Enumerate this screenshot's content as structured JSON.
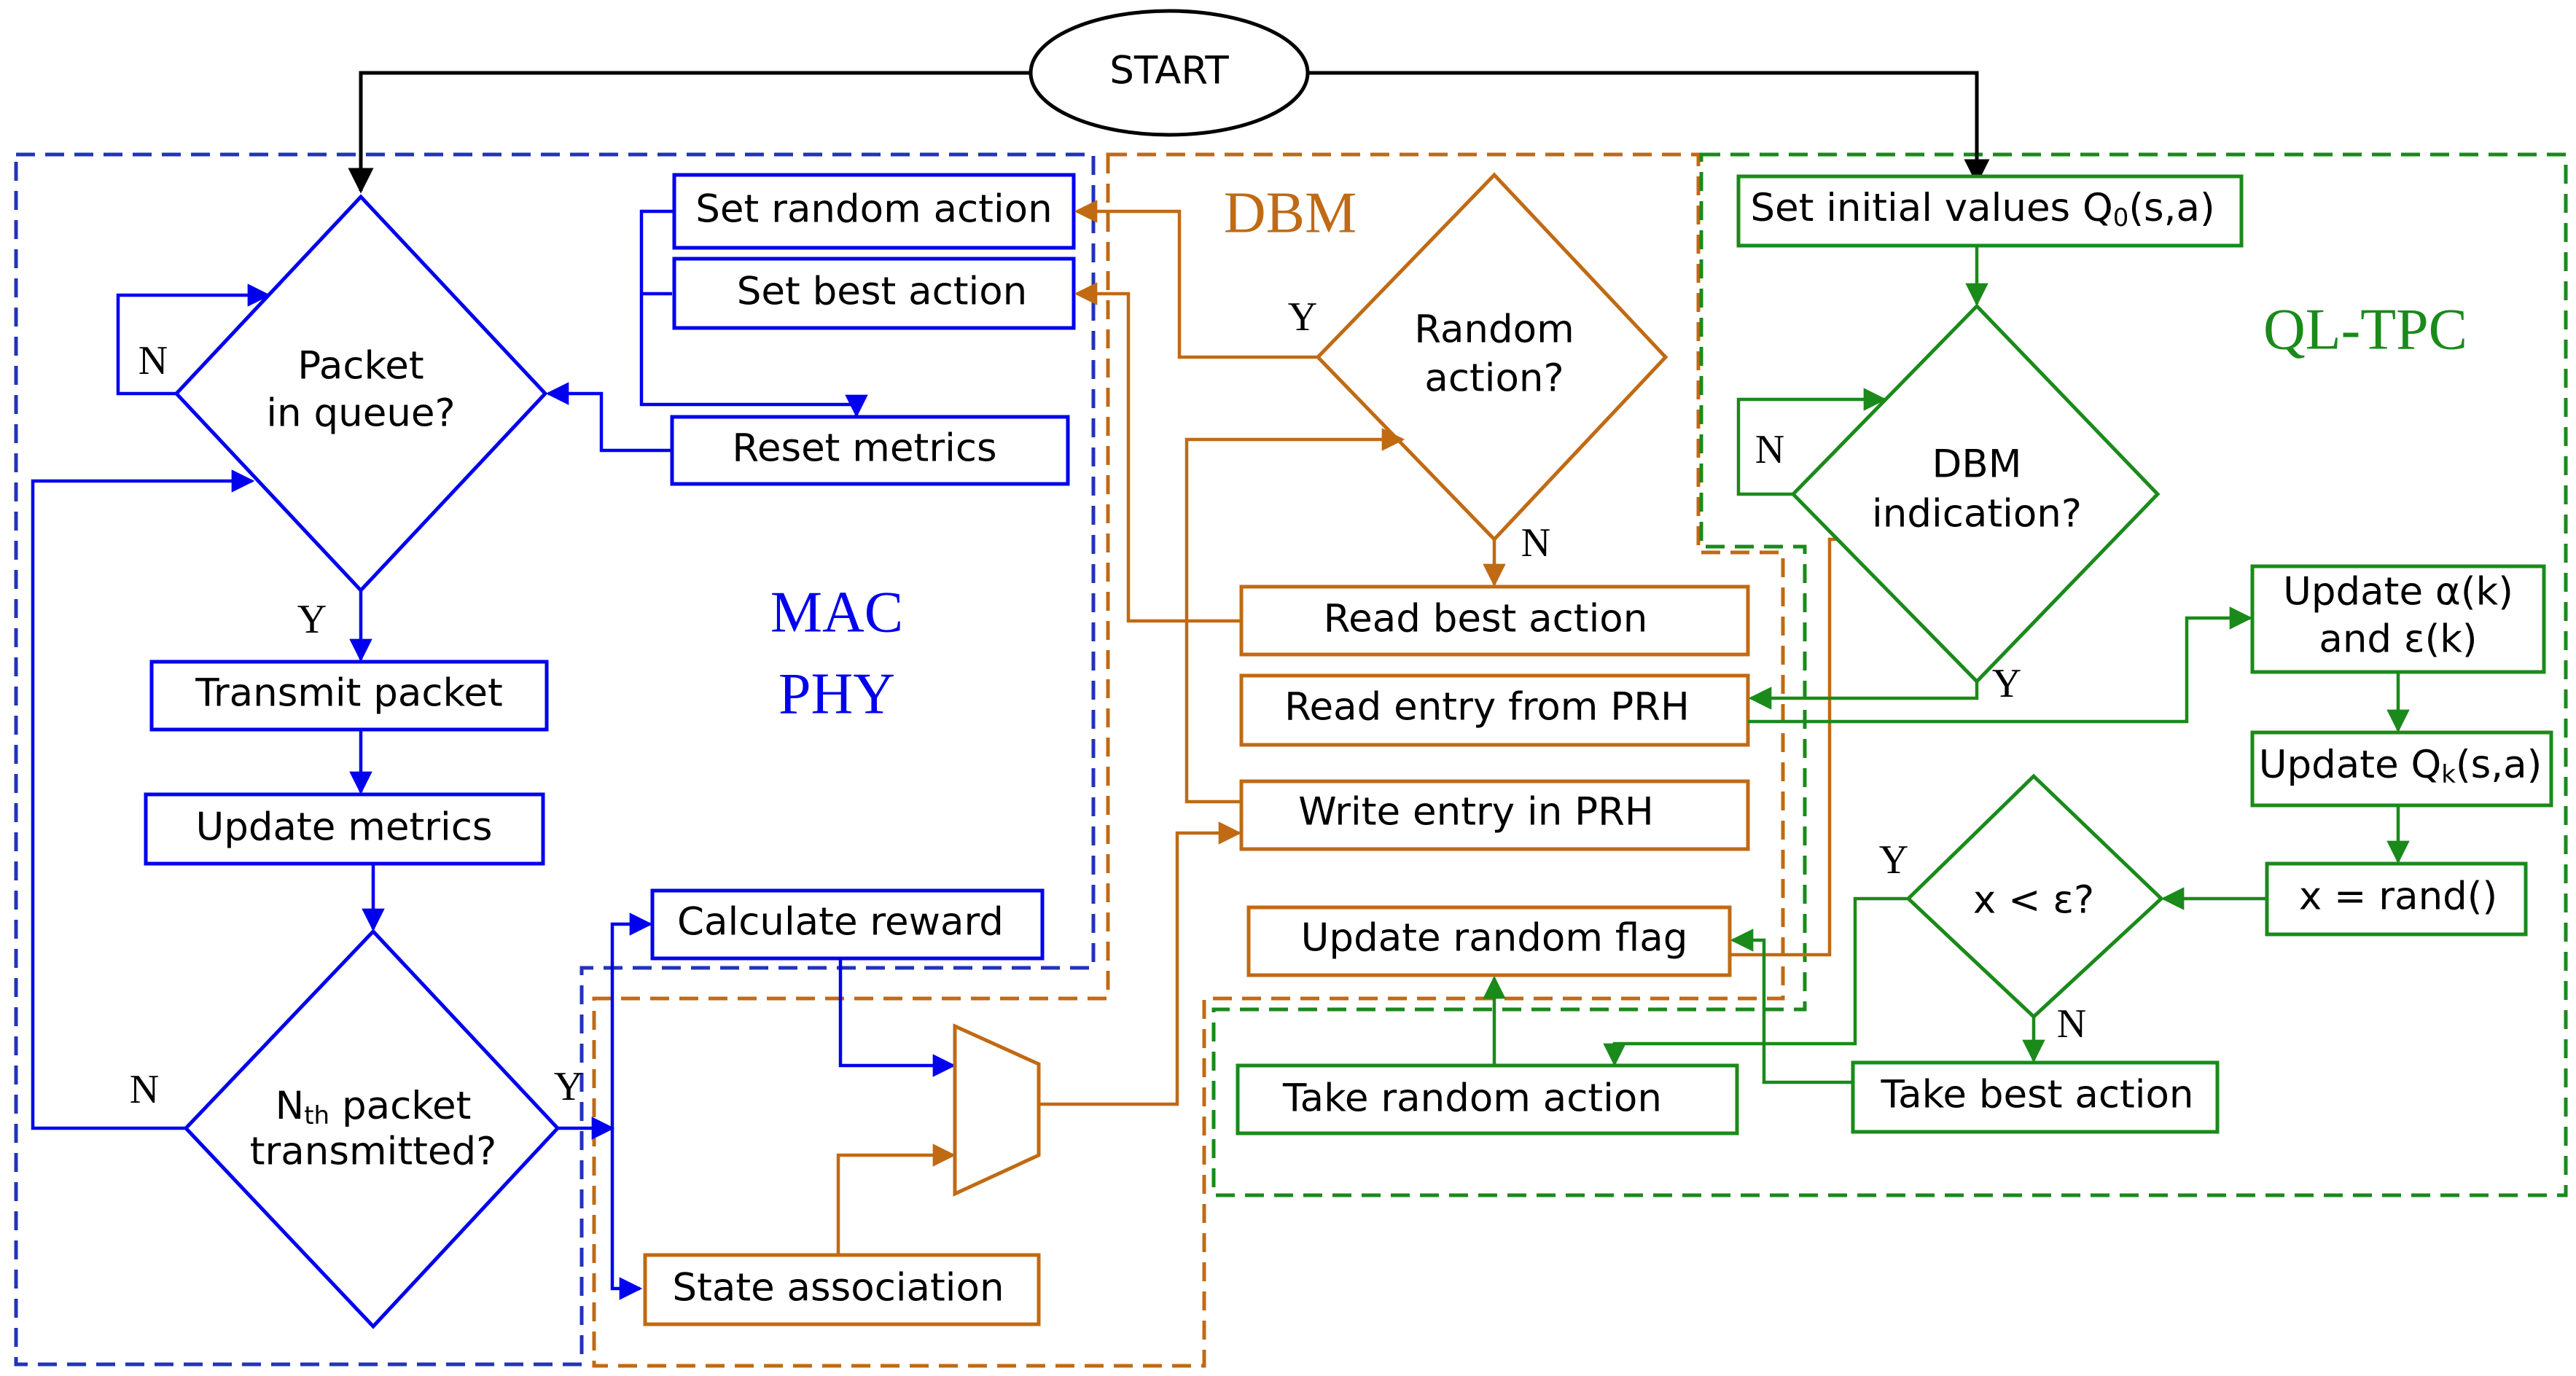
{
  "colors": {
    "mac": "#0000ee",
    "dbm": "#c06a14",
    "ql": "#1a8a1a",
    "start": "#000000"
  },
  "regions": {
    "mac_line1": "MAC",
    "mac_line2": "PHY",
    "dbm": "DBM",
    "ql": "QL-TPC"
  },
  "start": "START",
  "mac": {
    "packet_in_queue": [
      "Packet",
      "in queue?"
    ],
    "set_random_action": "Set random action",
    "set_best_action": "Set best action",
    "reset_metrics": "Reset metrics",
    "transmit_packet": "Transmit packet",
    "update_metrics": "Update metrics",
    "nth_packet_main": "N",
    "nth_packet_sub": "th",
    "nth_packet_rest": " packet",
    "nth_packet_line2": "transmitted?",
    "calculate_reward": "Calculate reward"
  },
  "dbm": {
    "random_action": [
      "Random",
      "action?"
    ],
    "read_best_action": "Read best action",
    "read_entry_prh": "Read entry from PRH",
    "write_entry_prh": "Write entry in PRH",
    "update_random_flag": "Update random flag",
    "state_association": "State association"
  },
  "ql": {
    "set_initial_main": "Set initial values Q",
    "set_initial_sub": "0",
    "set_initial_rest": "(s,a)",
    "dbm_indication": [
      "DBM",
      "indication?"
    ],
    "update_alpha_eps": [
      "Update α(k)",
      "and ε(k)"
    ],
    "update_q_main": "Update Q",
    "update_q_sub": "k",
    "update_q_rest": "(s,a)",
    "x_rand": "x = rand()",
    "x_lt_eps": "x < ε?",
    "take_random_action": "Take random action",
    "take_best_action": "Take best action"
  },
  "yn": {
    "y": "Y",
    "n": "N"
  }
}
